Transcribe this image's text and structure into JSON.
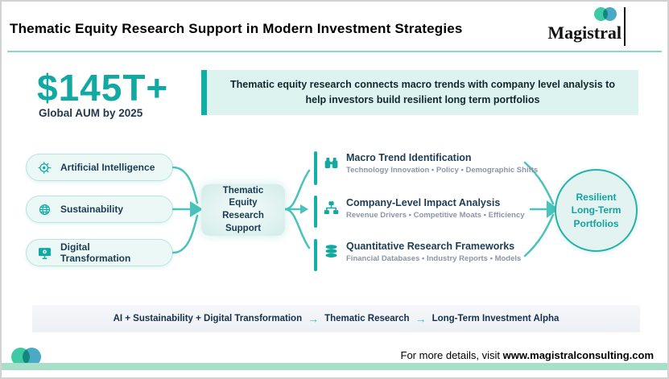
{
  "header": {
    "title": "Thematic Equity Research Support in Modern Investment Strategies",
    "logo_text": "Magistral"
  },
  "stat": {
    "value": "$145T+",
    "label": "Global AUM by 2025"
  },
  "intro": "Thematic equity research connects macro trends with company level analysis to help investors build resilient long term portfolios",
  "themes": [
    {
      "label": "Artificial Intelligence",
      "icon": "ai-circuit-icon"
    },
    {
      "label": "Sustainability",
      "icon": "globe-icon"
    },
    {
      "label": "Digital Transformation",
      "icon": "monitor-gear-icon"
    }
  ],
  "hub": {
    "label": "Thematic Equity Research Support"
  },
  "services": [
    {
      "title": "Macro Trend Identification",
      "subtitle": "Technology Innovation • Policy • Demographic Shifts",
      "icon": "binoculars-icon"
    },
    {
      "title": "Company-Level Impact Analysis",
      "subtitle": "Revenue Drivers • Competitive Moats • Efficiency",
      "icon": "org-chart-icon"
    },
    {
      "title": "Quantitative Research Frameworks",
      "subtitle": "Financial Databases • Industry Reports • Models",
      "icon": "database-icon"
    }
  ],
  "outcome": {
    "label": "Resilient Long-Term Portfolios"
  },
  "formula": {
    "part1": "AI + Sustainability + Digital Transformation",
    "arrow": "→",
    "part2": "Thematic Research",
    "part3": "Long-Term Investment Alpha"
  },
  "footer": {
    "prefix": "For more details, visit",
    "website": "www.magistralconsulting.com"
  },
  "colors": {
    "teal": "#12a9a2",
    "mint_fill": "#ddf3ef",
    "connector_teal": "#49c3bb",
    "navy_text": "#1d3d55",
    "subtitle_gray": "#8b95a9",
    "footer_green_bar": "#a8dfc8",
    "logo_green": "#3ecba4",
    "logo_blue": "#4aa9c4"
  }
}
